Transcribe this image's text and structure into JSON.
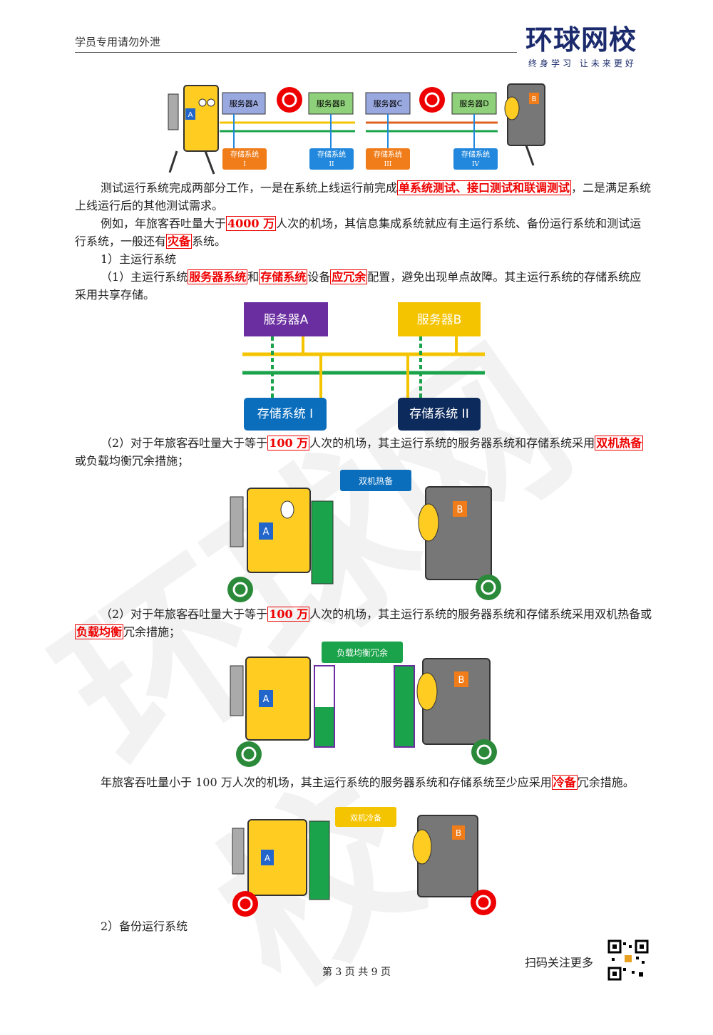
{
  "header": {
    "left_text": "学员专用请勿外泄",
    "logo": "环球网校",
    "logo_sub": "终身学习 让未来更好"
  },
  "watermark": "环球网校",
  "fig1": {
    "servers": [
      "服务器A",
      "服务器B",
      "服务器C",
      "服务器D"
    ],
    "storage": [
      "存储系统\nI",
      "存储系统\nII",
      "存储系统\nIII",
      "存储系统\nIV"
    ],
    "char_a": "A",
    "char_b": "B"
  },
  "p1": {
    "pre": "测试运行系统完成两部分工作，一是在系统上线运行前完成",
    "hl": "单系统测试、接口测试和联调测试",
    "post": "，二是满足系统上线运行后的其他测试需求。"
  },
  "p2": {
    "pre": "例如，年旅客吞吐量大于",
    "hl1": "4000 万",
    "mid": "人次的机场，其信息集成系统就应有主运行系统、备份运行系统和测试运行系统，一般还有",
    "hl2": "灾备",
    "post": "系统。"
  },
  "h1": "1）主运行系统",
  "p3": {
    "pre": "（1）主运行系统",
    "hl1": "服务器系统",
    "mid1": "和",
    "hl2": "存储系统",
    "mid2": "设备",
    "hl3": "应冗余",
    "post": "配置，避免出现单点故障。其主运行系统的存储系统应采用共享存储。"
  },
  "fig2": {
    "sa": "服务器A",
    "sb": "服务器B",
    "st1": "存储系统 I",
    "st2": "存储系统 II"
  },
  "p4": {
    "pre": "（2）对于年旅客吞吐量大于等于",
    "hl1": "100 万",
    "mid": "人次的机场，其主运行系统的服务器系统和存储系统采用",
    "hl2": "双机热备",
    "post": "或负载均衡冗余措施；"
  },
  "fig3": {
    "label": "双机热备",
    "a": "A",
    "b": "B"
  },
  "p5": {
    "pre": "（2）对于年旅客吞吐量大于等于",
    "hl1": "100 万",
    "mid": "人次的机场，其主运行系统的服务器系统和存储系统采用双机热备或",
    "hl2": "负载均衡",
    "post": "冗余措施；"
  },
  "fig4": {
    "label": "负载均衡冗余",
    "a": "A",
    "b": "B"
  },
  "p6": {
    "pre": "年旅客吞吐量小于 100 万人次的机场，其主运行系统的服务器系统和存储系统至少应采用",
    "hl": "冷备",
    "post": "冗余措施。"
  },
  "fig5": {
    "label": "双机冷备",
    "a": "A",
    "b": "B"
  },
  "h2": "2）备份运行系统",
  "footer": {
    "page": "第 3 页 共 9 页",
    "qr": "扫码关注更多"
  },
  "colors": {
    "purple": "#6a2ea0",
    "yellow": "#f5c400",
    "blue": "#0a6ebd",
    "navy": "#0d2a5c",
    "green": "#1aa34a",
    "red": "#e00000",
    "orange": "#f07c1a",
    "server_box": "#9aa8e0"
  }
}
